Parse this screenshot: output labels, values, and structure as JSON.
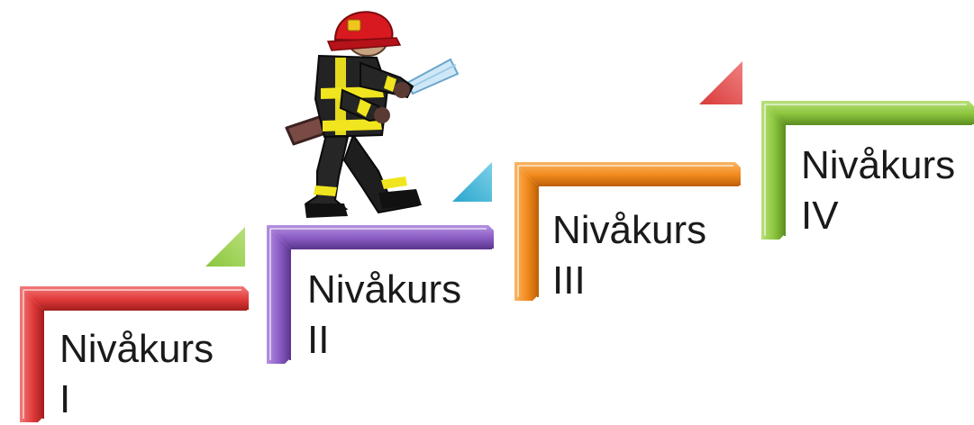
{
  "steps": [
    {
      "title": "Nivåkurs",
      "level": "I",
      "color": "#e23b3b",
      "light": "#f27a7a",
      "dark": "#a81f1f"
    },
    {
      "title": "Nivåkurs",
      "level": "II",
      "color": "#8a5cc4",
      "light": "#b592e0",
      "dark": "#5d3791"
    },
    {
      "title": "Nivåkurs",
      "level": "III",
      "color": "#f28a1c",
      "light": "#f9b565",
      "dark": "#c0620a"
    },
    {
      "title": "Nivåkurs",
      "level": "IV",
      "color": "#8cc63e",
      "light": "#b8e07a",
      "dark": "#5f9121"
    }
  ],
  "arrows": [
    {
      "color": "#8cc63e",
      "light": "#b8e07a"
    },
    {
      "color": "#2aa6cc",
      "light": "#7ed0ea"
    },
    {
      "color": "#d93a3a",
      "light": "#f08080"
    }
  ],
  "figure": {
    "icon": "firefighter-icon"
  }
}
